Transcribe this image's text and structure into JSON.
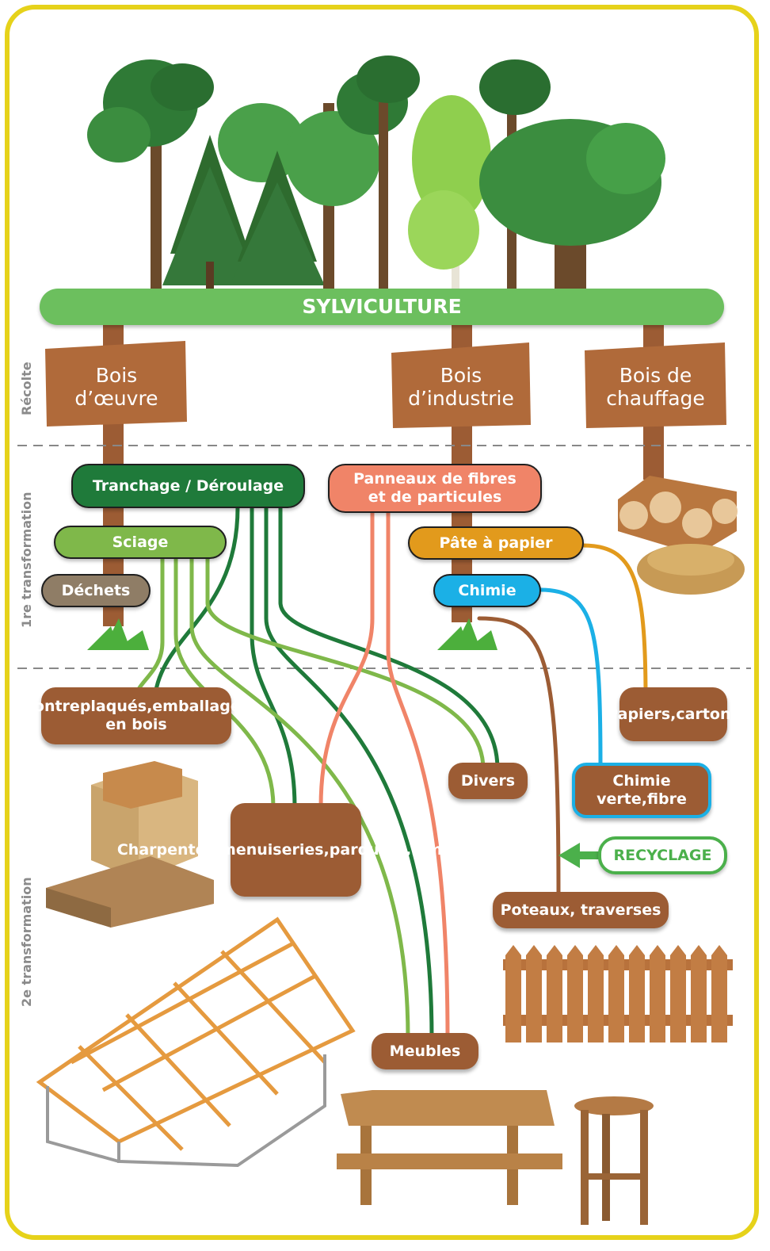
{
  "colors": {
    "border": "#e6d21a",
    "sylviculture": "#6cbf5e",
    "dark_green": "#1f7a3a",
    "light_green": "#7fb84a",
    "salmon": "#f08468",
    "orange": "#e29a1c",
    "cyan": "#1bb0e6",
    "brown": "#9c5c34",
    "recycling": "#4bb04b"
  },
  "sylviculture": "SYLVICULTURE",
  "stages": {
    "recolte": "Récolte",
    "first": "1re transformation",
    "second": "2e transformation"
  },
  "signs": {
    "oeuvre": [
      "Bois",
      "d’œuvre"
    ],
    "industrie": [
      "Bois",
      "d’industrie"
    ],
    "chauffage": [
      "Bois de",
      "chauffage"
    ]
  },
  "first_transformation": {
    "tranchage": "Tranchage / Déroulage",
    "sciage": "Sciage",
    "dechets": "Déchets",
    "panneaux": [
      "Panneaux de fibres",
      "et de particules"
    ],
    "pate": "Pâte à papier",
    "chimie": "Chimie"
  },
  "products": {
    "contreplaques": [
      "Contreplaqués,",
      "emballages en bois"
    ],
    "divers": "Divers",
    "charpentes": [
      "Charpentes,",
      "menuiseries,",
      "parquets,",
      "lambris"
    ],
    "meubles": "Meubles",
    "papiers": [
      "Papiers,",
      "cartons"
    ],
    "chimie_verte": [
      "Chimie verte,",
      "fibre"
    ],
    "recyclage": "RECYCLAGE",
    "poteaux": "Poteaux, traverses"
  },
  "icons": [
    "tree-icon",
    "firewood-icon",
    "pellets-icon",
    "grass-icon",
    "crate-icon",
    "pallet-icon",
    "roof-frame-icon",
    "picnic-table-icon",
    "stool-icon",
    "fence-icon",
    "arrow-left-icon"
  ]
}
